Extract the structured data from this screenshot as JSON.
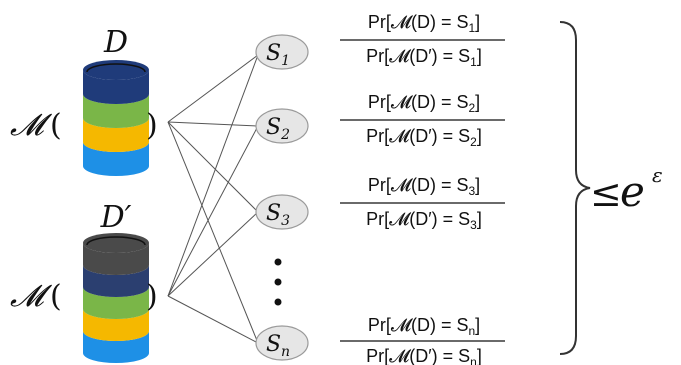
{
  "databases": {
    "d": {
      "label": "D",
      "layer_colors": [
        "#1f3b7a",
        "#7ab648",
        "#f5b800",
        "#1e90e6"
      ]
    },
    "d_prime": {
      "label": "D′",
      "layer_colors": [
        "#4a4a4a",
        "#2b3f70",
        "#7ab648",
        "#f5b800",
        "#1e90e6"
      ]
    }
  },
  "mechanism": {
    "symbol": "𝓜",
    "open": "(",
    "close": ")"
  },
  "outputs": [
    {
      "base": "S",
      "sub": "1"
    },
    {
      "base": "S",
      "sub": "2"
    },
    {
      "base": "S",
      "sub": "3"
    },
    {
      "base": "S",
      "sub": "n"
    }
  ],
  "ellipsis": "• • •",
  "ratios": [
    {
      "numerator": "Pr[𝓜(D) = S",
      "numerator_sub": "1",
      "denominator": "Pr[𝓜(D′) = S",
      "denominator_sub": "1"
    },
    {
      "numerator": "Pr[𝓜(D) = S",
      "numerator_sub": "2",
      "denominator": "Pr[𝓜(D′) = S",
      "denominator_sub": "2"
    },
    {
      "numerator": "Pr[𝓜(D) = S",
      "numerator_sub": "3",
      "denominator": "Pr[𝓜(D′) = S",
      "denominator_sub": "3"
    },
    {
      "numerator": "Pr[𝓜(D) = S",
      "numerator_sub": "n",
      "denominator": "Pr[𝓜(D′) = S",
      "denominator_sub": "n"
    }
  ],
  "bound": {
    "leq": "≤",
    "base": "e",
    "exponent": "ε"
  },
  "colors": {
    "line": "#555555",
    "node_fill": "#e6e6e6",
    "node_stroke": "#9a9a9a",
    "text": "#111111"
  }
}
